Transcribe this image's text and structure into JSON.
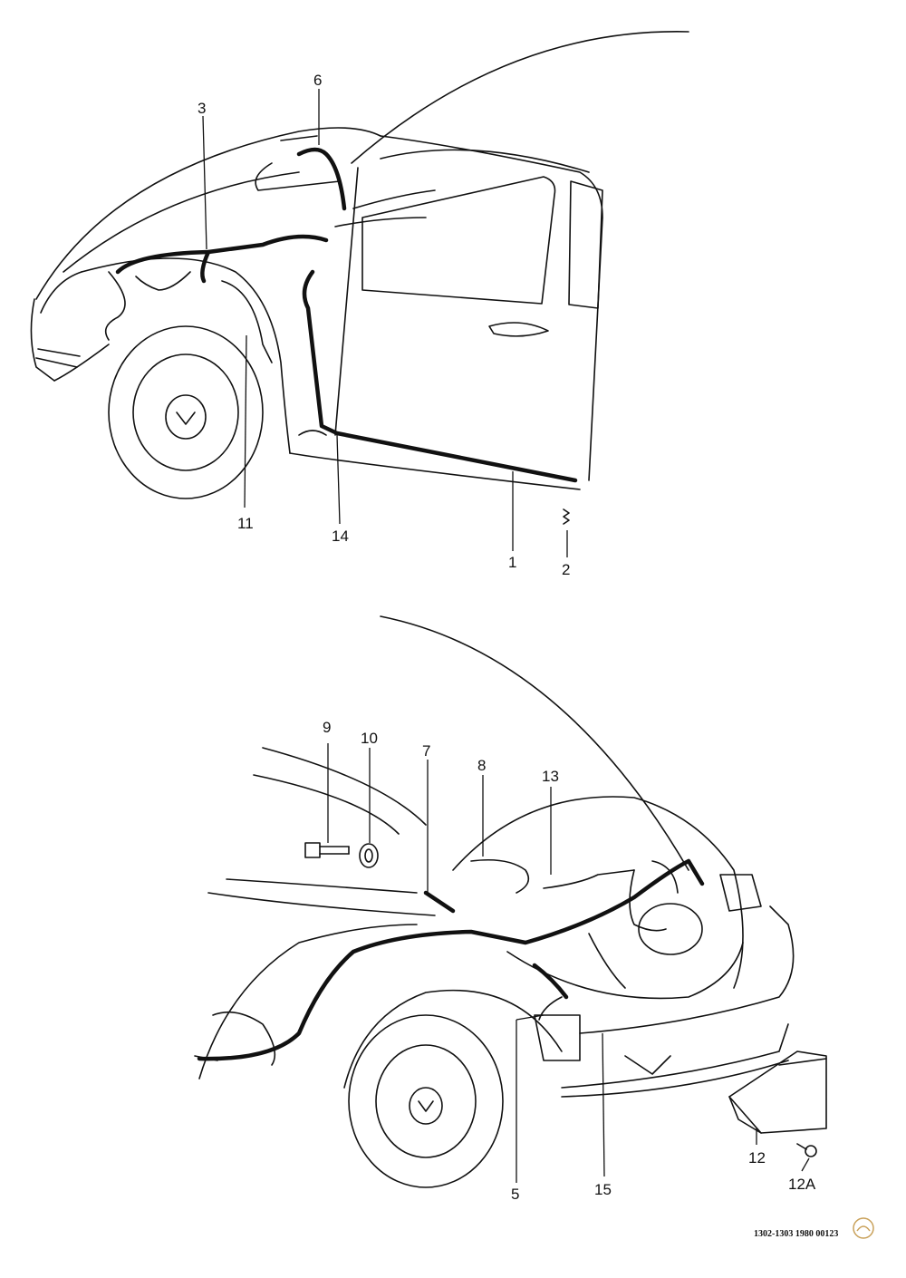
{
  "diagram": {
    "top_view": {
      "callouts": [
        {
          "id": "c1",
          "label": "1"
        },
        {
          "id": "c2",
          "label": "2"
        },
        {
          "id": "c3",
          "label": "3"
        },
        {
          "id": "c6",
          "label": "6"
        },
        {
          "id": "c11",
          "label": "11"
        },
        {
          "id": "c14",
          "label": "14"
        }
      ]
    },
    "bottom_view": {
      "callouts": [
        {
          "id": "c5",
          "label": "5"
        },
        {
          "id": "c7",
          "label": "7"
        },
        {
          "id": "c8",
          "label": "8"
        },
        {
          "id": "c9",
          "label": "9"
        },
        {
          "id": "c10",
          "label": "10"
        },
        {
          "id": "c12",
          "label": "12"
        },
        {
          "id": "c12a",
          "label": "12A"
        },
        {
          "id": "c13",
          "label": "13"
        },
        {
          "id": "c15",
          "label": "15"
        }
      ]
    }
  },
  "footer": {
    "code": "1302-1303 1980 00123",
    "logo_icon": "publisher-logo-icon"
  },
  "colors": {
    "ink": "#111111",
    "paper": "#ffffff",
    "logo_accent": "#c9a15a"
  }
}
